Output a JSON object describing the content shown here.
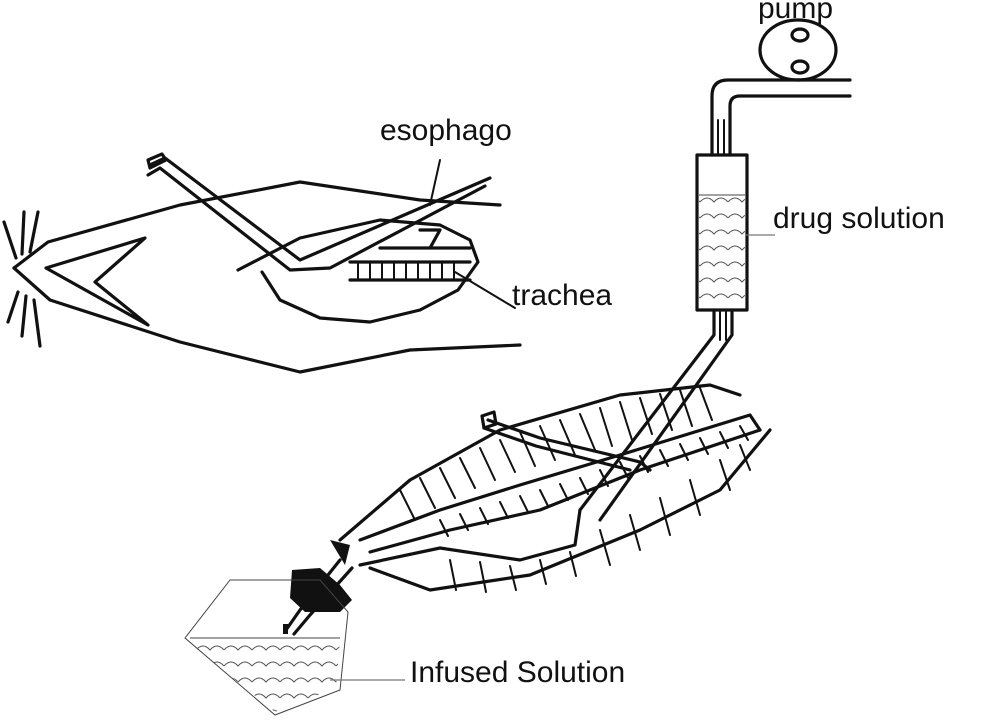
{
  "labels": {
    "pump": "pump",
    "esophago": "esophago",
    "drug_solution": "drug solution",
    "trachea": "trachea",
    "infused_solution": "Infused Solution"
  }
}
